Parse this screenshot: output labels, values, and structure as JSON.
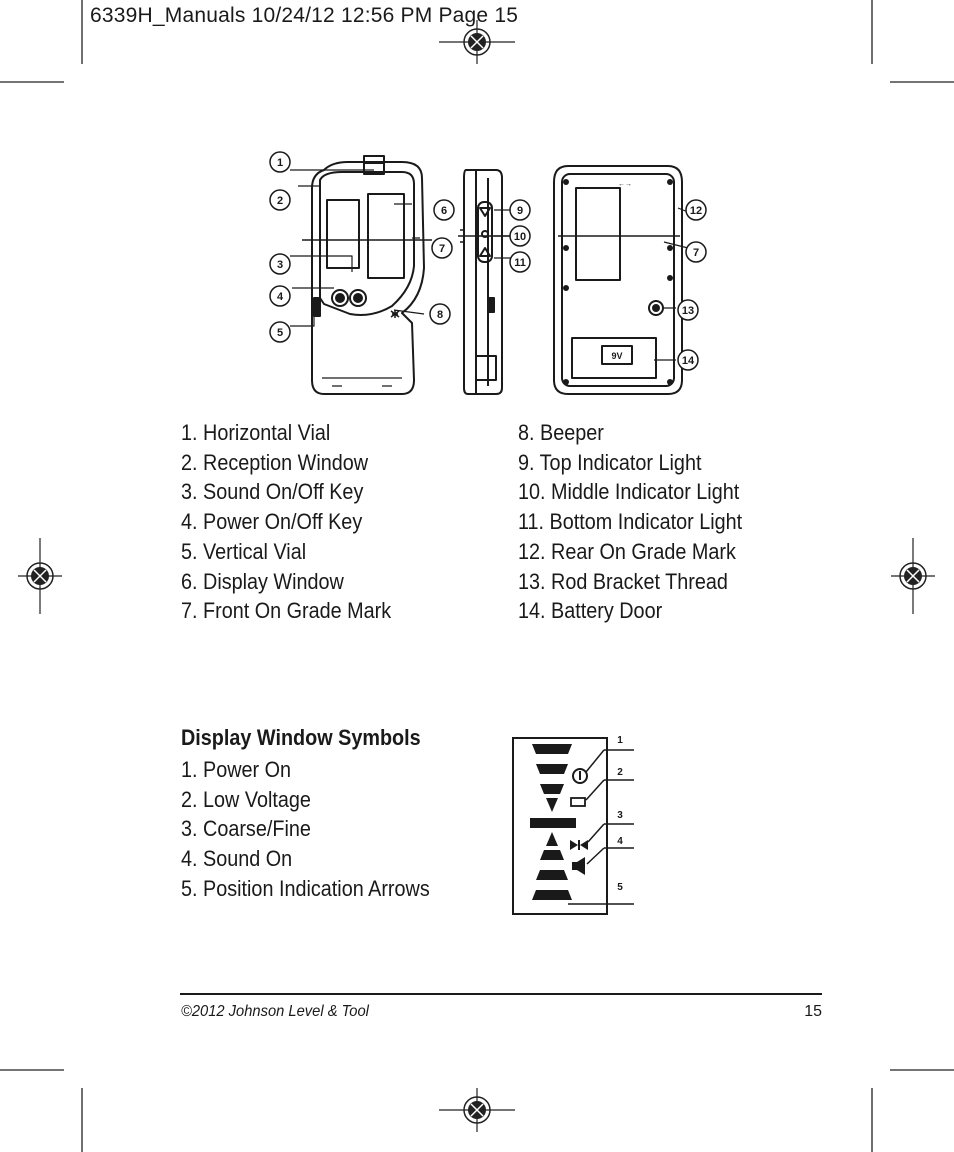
{
  "slug_line": "6339H_Manuals  10/24/12  12:56 PM  Page 15",
  "device_labels": [
    "1",
    "2",
    "3",
    "4",
    "5",
    "6",
    "7",
    "8",
    "9",
    "10",
    "11",
    "12",
    "7",
    "13",
    "14"
  ],
  "battery_label": "9V",
  "parts_left": [
    "1.  Horizontal Vial",
    "2.  Reception Window",
    "3.  Sound On/Off Key",
    "4.  Power On/Off Key",
    "5.  Vertical Vial",
    "6.  Display Window",
    "7.  Front On Grade Mark"
  ],
  "parts_right": [
    "8.  Beeper",
    "9.  Top Indicator Light",
    "10.  Middle Indicator Light",
    "11.  Bottom Indicator Light",
    "12.  Rear On Grade Mark",
    "13.  Rod Bracket Thread",
    "14.  Battery Door"
  ],
  "symbols_heading": "Display Window Symbols",
  "symbols_list": [
    "1.  Power On",
    "2.  Low Voltage",
    "3.  Coarse/Fine",
    "4.  Sound On",
    "5.  Position Indication Arrows"
  ],
  "symbol_callouts": [
    "1",
    "2",
    "3",
    "4",
    "5"
  ],
  "footer": {
    "copyright": "©2012 Johnson Level & Tool",
    "page_number": "15"
  }
}
